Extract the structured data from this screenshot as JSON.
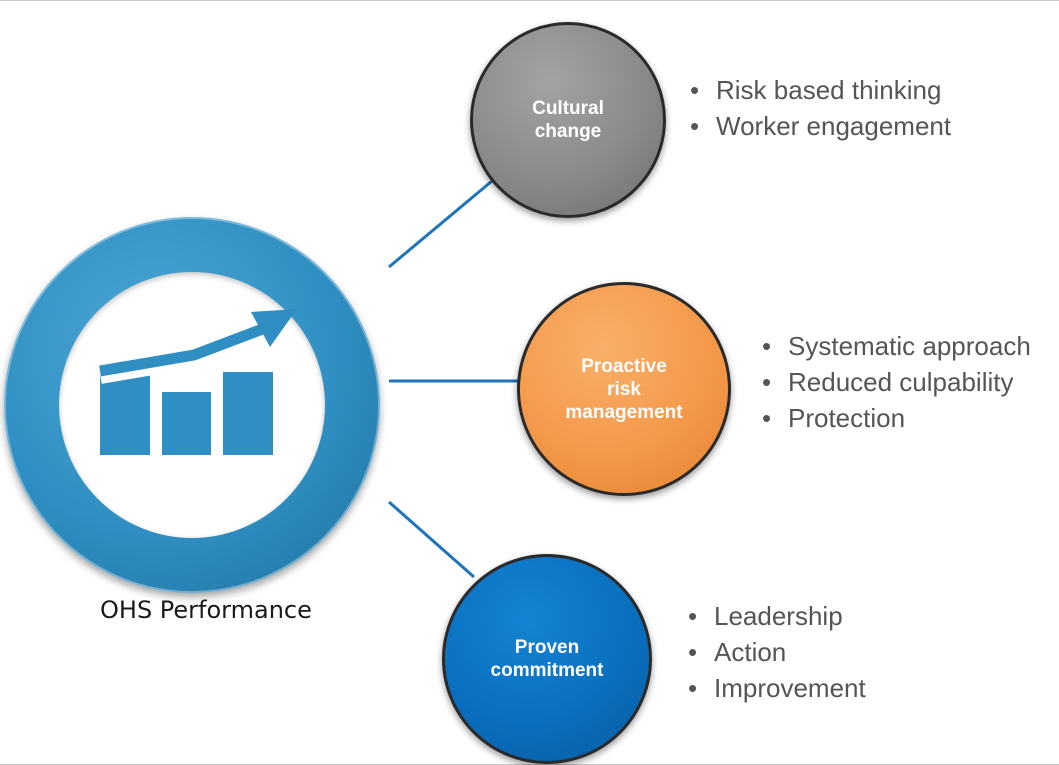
{
  "hub": {
    "label": "OHS Performance",
    "icon": "growth-chart-icon"
  },
  "nodes": [
    {
      "label": "Cultural\nchange",
      "color": "#8a8a8a",
      "bullets": [
        "Risk based thinking",
        "Worker engagement"
      ]
    },
    {
      "label": "Proactive\nrisk\nmanagement",
      "color": "#f4994a",
      "bullets": [
        "Systematic approach",
        "Reduced culpability",
        "Protection"
      ]
    },
    {
      "label": "Proven\ncommitment",
      "color": "#0a6fbf",
      "bullets": [
        "Leadership",
        "Action",
        "Improvement"
      ]
    }
  ],
  "colors": {
    "hub": "#2f8fc2",
    "connector": "#1f73b8",
    "bullet_text": "#555555"
  }
}
